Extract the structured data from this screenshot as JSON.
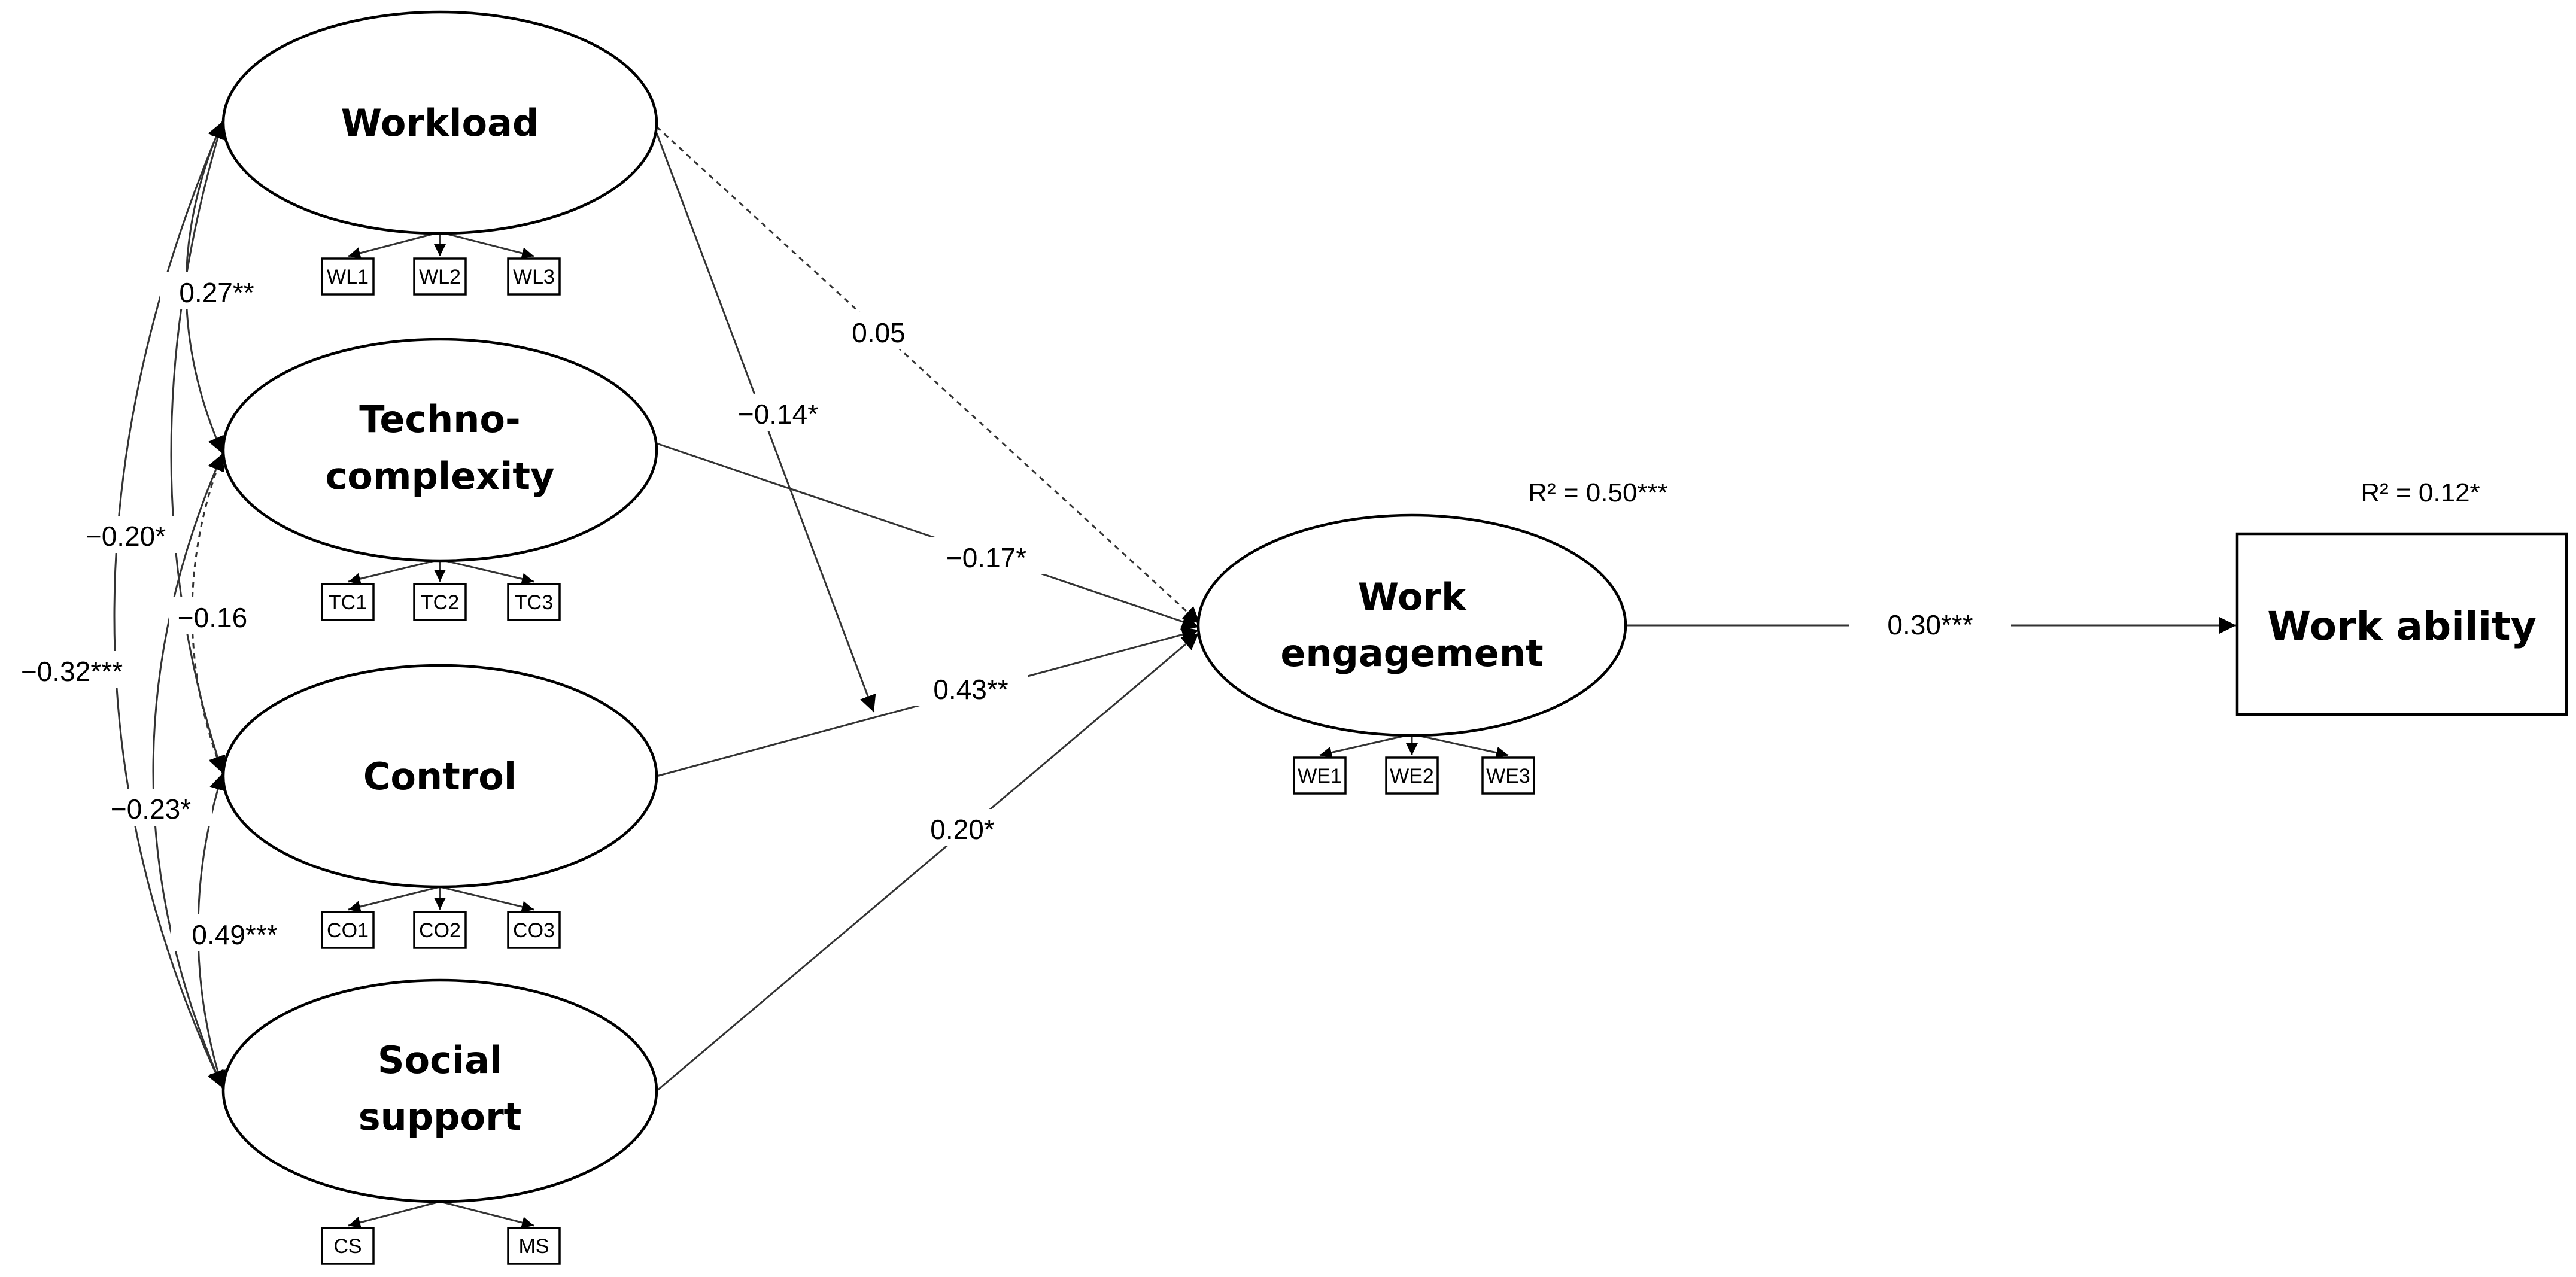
{
  "latent_variables": {
    "workload": {
      "label_lines": [
        "Workload"
      ],
      "indicators": [
        "WL1",
        "WL2",
        "WL3"
      ]
    },
    "techno_complexity": {
      "label_lines": [
        "Techno-",
        "complexity"
      ],
      "indicators": [
        "TC1",
        "TC2",
        "TC3"
      ]
    },
    "control": {
      "label_lines": [
        "Control"
      ],
      "indicators": [
        "CO1",
        "CO2",
        "CO3"
      ]
    },
    "social_support": {
      "label_lines": [
        "Social",
        "support"
      ],
      "indicators": [
        "CS",
        "MS"
      ]
    },
    "work_engagement": {
      "label_lines": [
        "Work",
        "engagement"
      ],
      "indicators": [
        "WE1",
        "WE2",
        "WE3"
      ],
      "r_squared": "R² = 0.50***"
    }
  },
  "observed_outcome": {
    "label": "Work ability",
    "r_squared": "R² = 0.12*"
  },
  "correlations": {
    "workload_techno": "0.27**",
    "workload_control": "−0.20*",
    "workload_social": "−0.32***",
    "techno_control": "−0.16",
    "techno_social": "−0.23*",
    "control_social": "0.49***"
  },
  "paths": {
    "workload_engagement": "0.05",
    "workload_control_moderation": "−0.14*",
    "techno_engagement": "−0.17*",
    "control_engagement": "0.43**",
    "social_engagement": "0.20*",
    "engagement_workability": "0.30***"
  }
}
